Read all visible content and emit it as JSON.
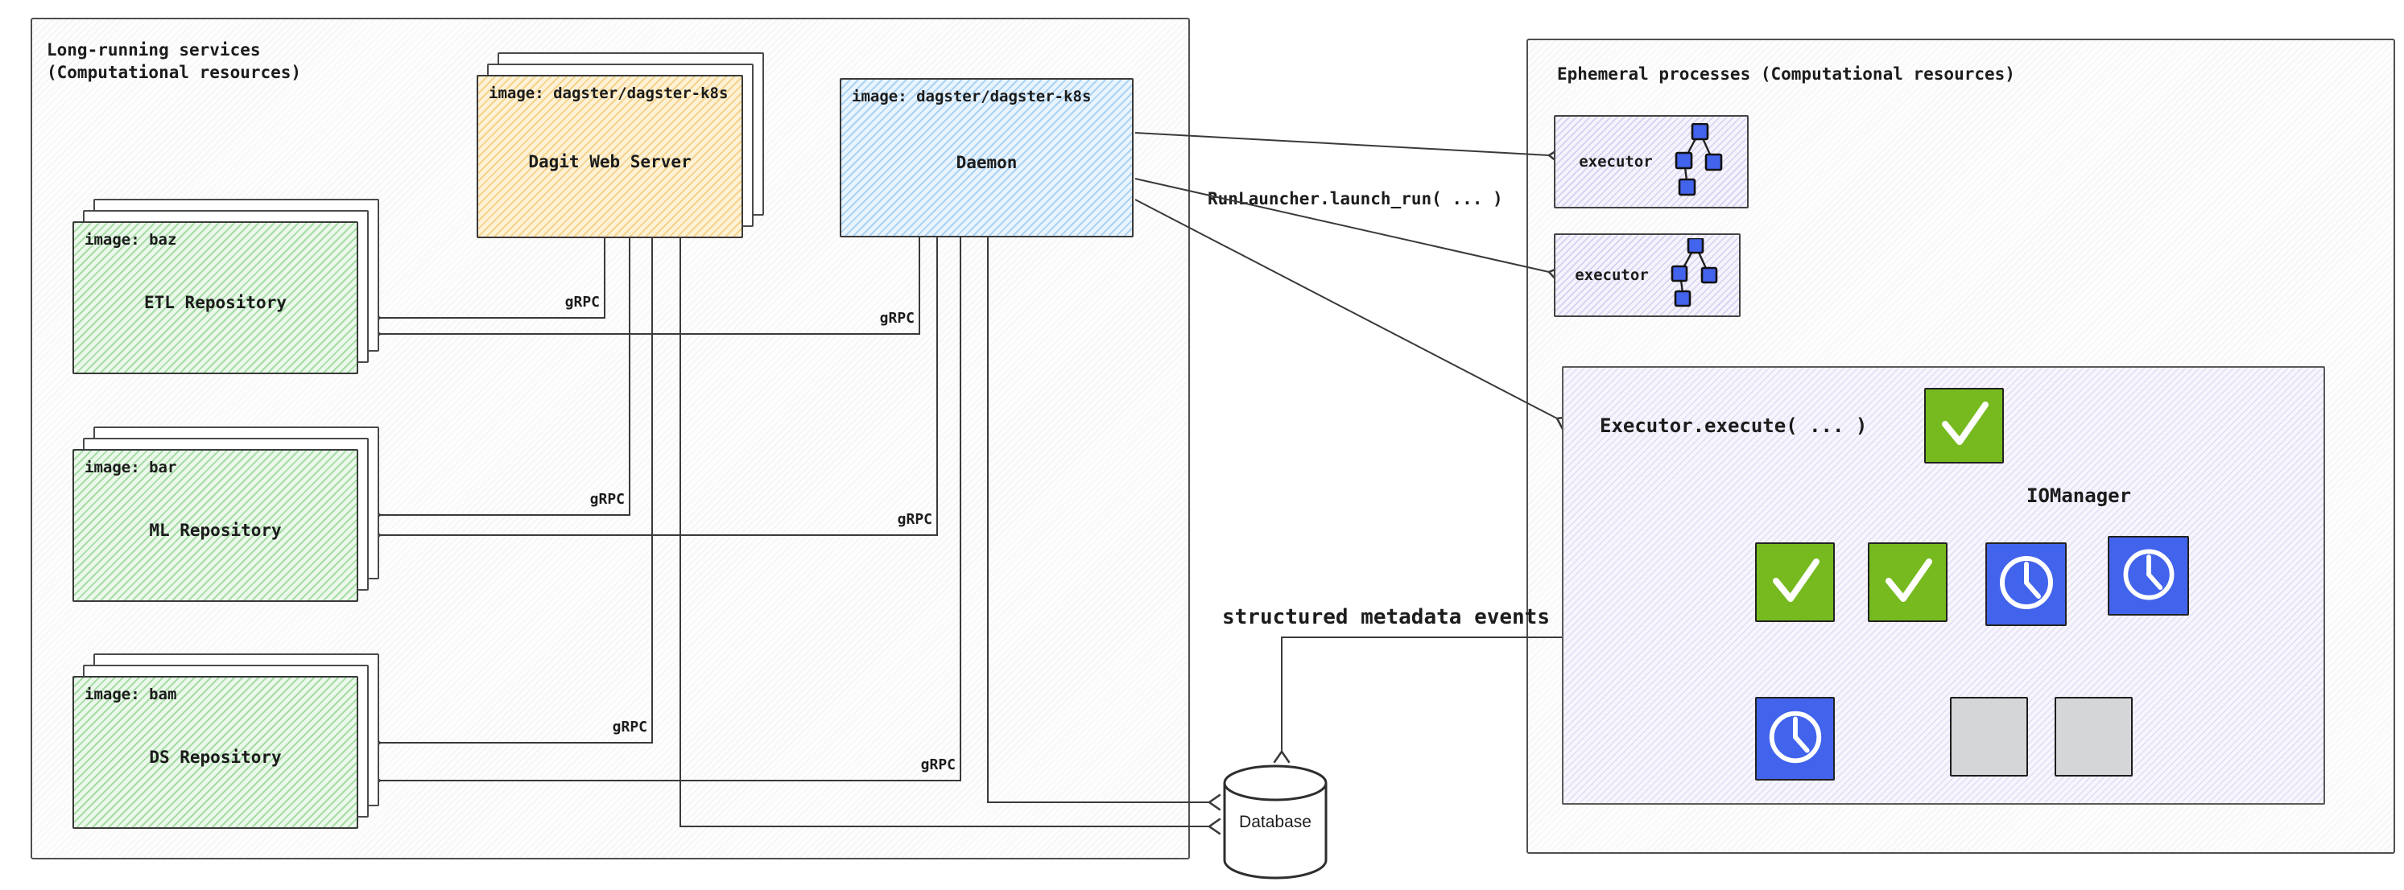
{
  "left_panel": {
    "title_line1": "Long-running services",
    "title_line2": "(Computational resources)",
    "dagit": {
      "image_label": "image: dagster/dagster-k8s",
      "name": "Dagit Web Server"
    },
    "daemon": {
      "image_label": "image: dagster/dagster-k8s",
      "name": "Daemon"
    },
    "repositories": [
      {
        "image_label": "image: baz",
        "name": "ETL Repository"
      },
      {
        "image_label": "image: bar",
        "name": "ML Repository"
      },
      {
        "image_label": "image: bam",
        "name": "DS Repository"
      }
    ]
  },
  "right_panel": {
    "title": "Ephemeral processes (Computational resources)",
    "executors": [
      {
        "label": "executor"
      },
      {
        "label": "executor"
      }
    ],
    "executor_panel": {
      "title": "Executor.execute( ... )",
      "io_manager_label": "IOManager",
      "node_icons": [
        "check",
        "check",
        "check",
        "clock",
        "clock",
        "clock",
        "blank",
        "blank"
      ]
    }
  },
  "labels": {
    "grpc": "gRPC",
    "run_launcher": "RunLauncher.launch_run( ... )",
    "metadata_events": "structured metadata events"
  },
  "database": {
    "label": "Database"
  },
  "colors": {
    "success_green": "#76ba1f",
    "pending_blue": "#4263eb",
    "skipped_gray": "#d4d6d8",
    "dagit_orange": "#f6d38b",
    "daemon_blue": "#a9d3f5",
    "repo_green": "#a6dda6",
    "executor_lavender": "#d6d0f0"
  }
}
